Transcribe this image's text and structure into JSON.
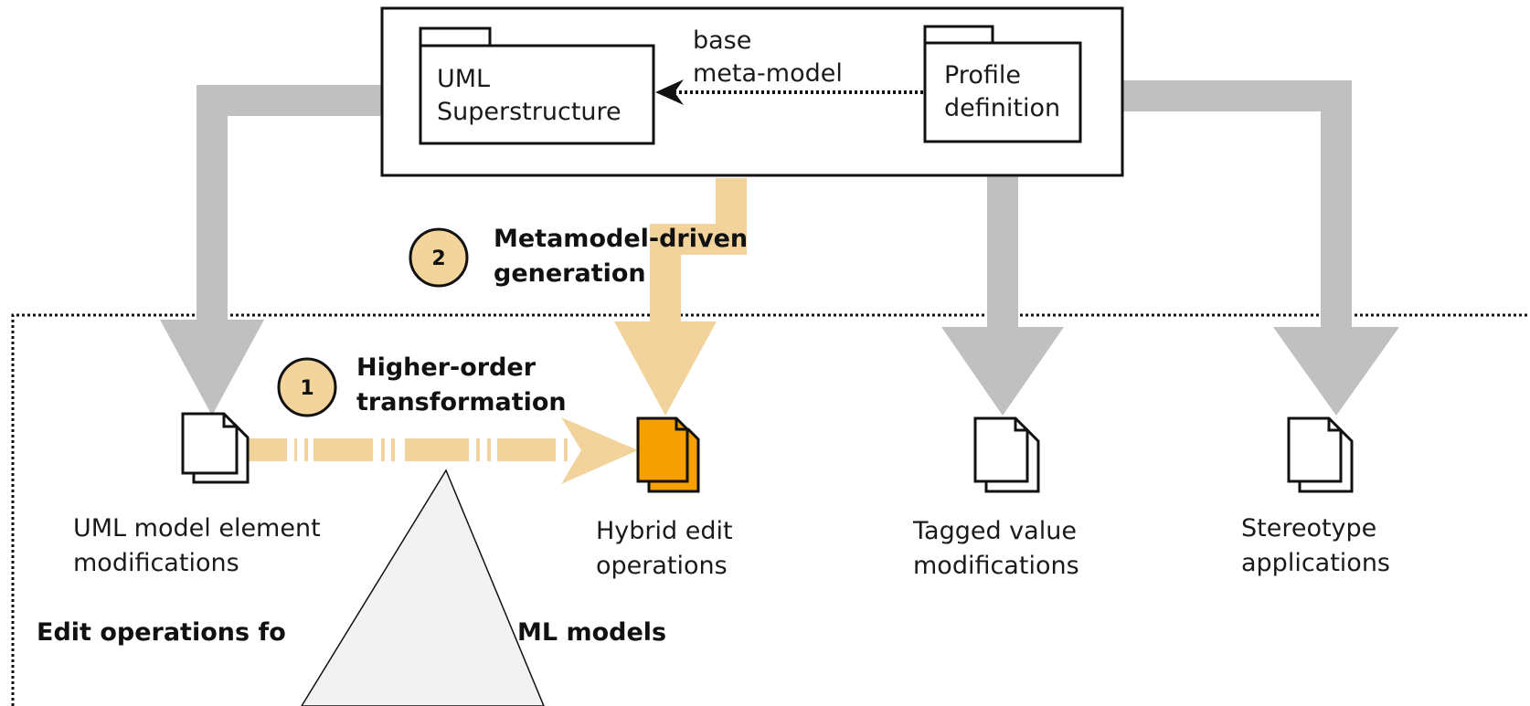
{
  "packages": {
    "uml_superstructure": "UML\nSuperstructure",
    "profile_definition": "Profile\ndefinition",
    "base_meta_model_label": "base\nmeta-model"
  },
  "steps": [
    {
      "number": "1",
      "label": "Higher-order\ntransformation"
    },
    {
      "number": "2",
      "label": "Metamodel-driven\ngeneration"
    }
  ],
  "documents": [
    {
      "label": "UML model element\nmodifications",
      "highlighted": false
    },
    {
      "label": "Hybrid edit\noperations",
      "highlighted": true
    },
    {
      "label": "Tagged value\nmodifications",
      "highlighted": false
    },
    {
      "label": "Stereotype\napplications",
      "highlighted": false
    }
  ],
  "region_title": "Edit operations fo",
  "region_title_tail": "ML models",
  "colors": {
    "gray_arrow": "#c0c0c0",
    "tan_arrow": "#f2d39b",
    "badge_fill": "#f3d49a",
    "highlight_doc": "#f5a000",
    "callout_fill": "#f2f2f2"
  }
}
